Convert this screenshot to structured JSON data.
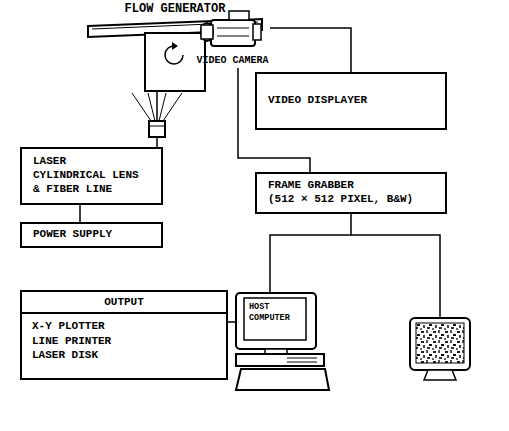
{
  "diagram": {
    "nodes": [
      {
        "text": [
          "FLOW GENERATOR"
        ]
      },
      {
        "text": [
          "VIDEO CAMERA"
        ]
      },
      {
        "text": [
          "VIDEO DISPLAYER"
        ]
      },
      {
        "text": [
          "LASER CYLINDRICAL LENS & FIBER LINE"
        ]
      },
      {
        "text": [
          "FRAME GRABBER",
          "(512 × 512 PIXEL, B&W)"
        ]
      },
      {
        "text": [
          "POWER SUPPLY"
        ]
      },
      {
        "text": [
          "OUTPUT",
          "X-Y PLOTTER LINE PRINTER LASER DISK"
        ]
      },
      {
        "text": [
          "HOST COMPUTER"
        ]
      }
    ],
    "edges": [
      {
        "from": 1,
        "to": 2,
        "arrow": "none"
      },
      {
        "from": 1,
        "to": 4,
        "arrow": "none"
      },
      {
        "from": 3,
        "to": 0,
        "arrow": "none"
      },
      {
        "from": 3,
        "to": 5,
        "arrow": "none"
      },
      {
        "from": 4,
        "to": 7,
        "arrow": "none"
      },
      {
        "from": 6,
        "to": 7,
        "arrow": "none"
      }
    ]
  }
}
